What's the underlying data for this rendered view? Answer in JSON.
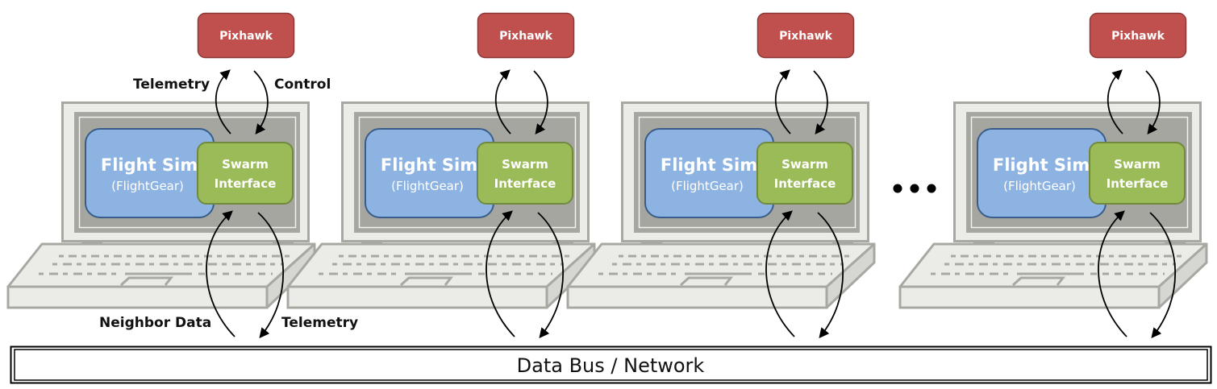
{
  "diagram": {
    "nodes": [
      {
        "id": "node-1",
        "pixhawk": "Pixhawk",
        "flight_sim_title": "Flight Sim",
        "flight_sim_subtitle": "(FlightGear)",
        "swarm_line1": "Swarm",
        "swarm_line2": "Interface"
      },
      {
        "id": "node-2",
        "pixhawk": "Pixhawk",
        "flight_sim_title": "Flight Sim",
        "flight_sim_subtitle": "(FlightGear)",
        "swarm_line1": "Swarm",
        "swarm_line2": "Interface"
      },
      {
        "id": "node-3",
        "pixhawk": "Pixhawk",
        "flight_sim_title": "Flight Sim",
        "flight_sim_subtitle": "(FlightGear)",
        "swarm_line1": "Swarm",
        "swarm_line2": "Interface"
      },
      {
        "id": "node-4",
        "pixhawk": "Pixhawk",
        "flight_sim_title": "Flight Sim",
        "flight_sim_subtitle": "(FlightGear)",
        "swarm_line1": "Swarm",
        "swarm_line2": "Interface"
      }
    ],
    "labels": {
      "upper_left": "Telemetry",
      "upper_right": "Control",
      "lower_left": "Neighbor Data",
      "lower_right": "Telemetry"
    },
    "ellipsis": "• • •",
    "bus_label": "Data Bus / Network",
    "colors": {
      "pixhawk_fill": "#c0504d",
      "pixhawk_stroke": "#8c3836",
      "flight_sim_fill": "#8db3e2",
      "flight_sim_stroke": "#385d8a",
      "swarm_fill": "#9bbb59",
      "swarm_stroke": "#71893f",
      "screen_fill": "#a6a6a0",
      "laptop_light": "#ebebe8",
      "laptop_line": "#a8a8a3"
    }
  }
}
